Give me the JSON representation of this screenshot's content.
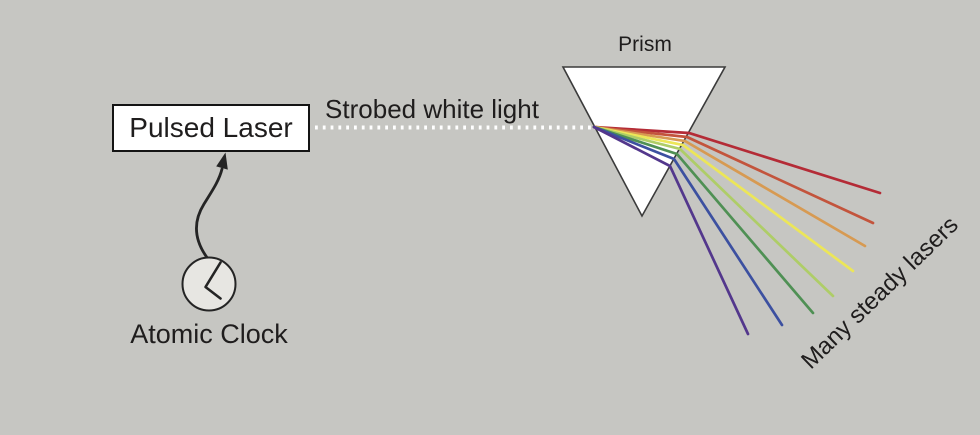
{
  "canvas": {
    "background_color": "#c6c6c2",
    "text_color": "#1f1d1d"
  },
  "labels": {
    "pulsed_laser": "Pulsed Laser",
    "strobed_white_light": "Strobed white light",
    "prism": "Prism",
    "atomic_clock": "Atomic Clock",
    "many_steady_lasers": "Many steady lasers"
  },
  "beam": {
    "style": "dotted",
    "color": "#ffffff"
  },
  "rays": {
    "count": 8,
    "names": [
      "red",
      "red-orange",
      "orange",
      "yellow",
      "yellow-green",
      "green",
      "blue",
      "violet"
    ],
    "colors": [
      "#b42b36",
      "#c3543c",
      "#d79a52",
      "#ece658",
      "#aecd67",
      "#4f9054",
      "#3c50a0",
      "#53378c"
    ]
  },
  "shapes": {
    "prism_fill": "#ffffff",
    "clock_fill": "#e7e6e2",
    "outline_color": "#242424"
  }
}
